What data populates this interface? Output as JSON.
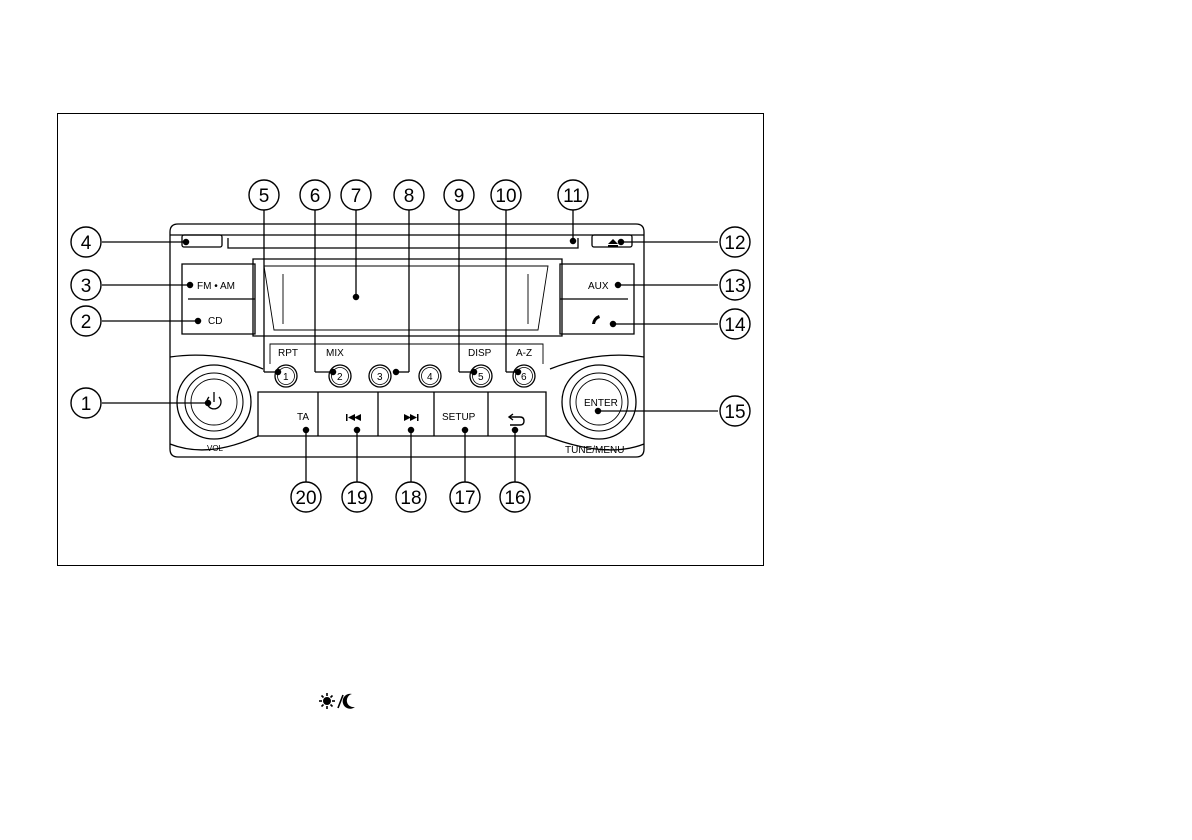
{
  "radio": {
    "buttons": {
      "fm_am": "FM • AM",
      "cd": "CD",
      "aux": "AUX",
      "phone_icon": "phone-icon",
      "eject_icon": "eject-icon",
      "power_icon": "power-icon",
      "vol": "VOL",
      "enter": "ENTER",
      "tune_menu": "TUNE/MENU",
      "ta": "TA",
      "prev_icon": "skip-back-icon",
      "next_icon": "skip-forward-icon",
      "setup": "SETUP",
      "back_icon": "back-arrow-icon"
    },
    "presets": [
      "1",
      "2",
      "3",
      "4",
      "5",
      "6"
    ],
    "preset_labels": {
      "rpt": "RPT",
      "mix": "MIX",
      "disp": "DISP",
      "az": "A-Z"
    }
  },
  "callouts": [
    "1",
    "2",
    "3",
    "4",
    "5",
    "6",
    "7",
    "8",
    "9",
    "10",
    "11",
    "12",
    "13",
    "14",
    "15",
    "16",
    "17",
    "18",
    "19",
    "20"
  ],
  "footer": {
    "day_night_icon": "sun-moon-icon"
  }
}
